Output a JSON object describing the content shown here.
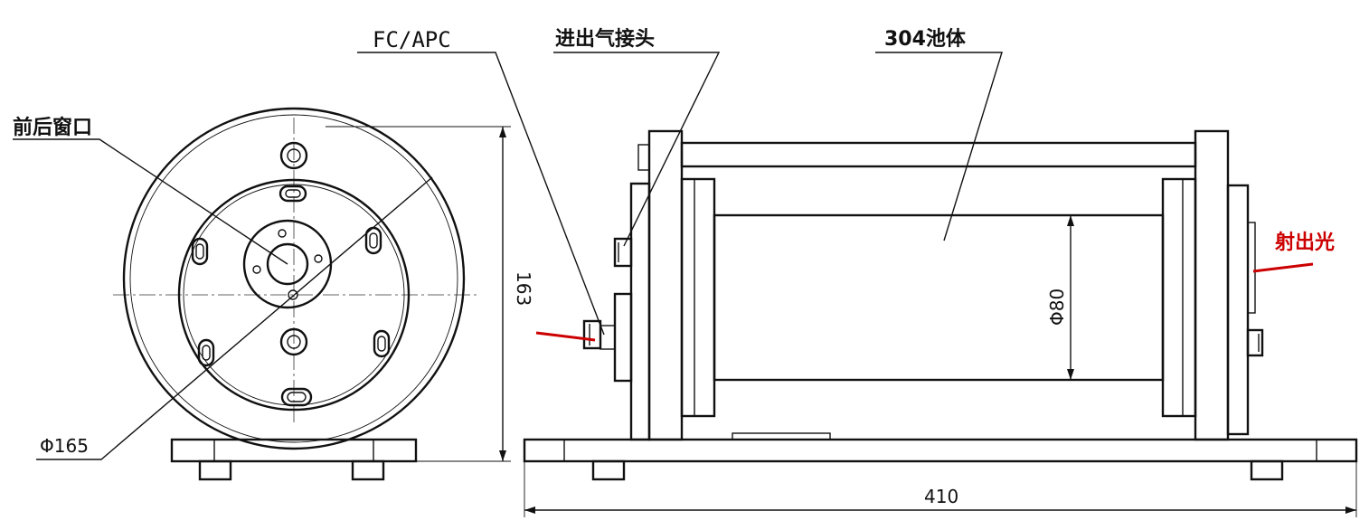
{
  "labels": {
    "fc_apc": "FC/APC",
    "gas_connector": "进出气接头",
    "body_304": "304池体",
    "windows": "前后窗口",
    "output_light": "射出光"
  },
  "dimensions": {
    "diameter_outer": "Φ165",
    "height": "163",
    "diameter_tube": "Φ80",
    "length": "410"
  },
  "colors": {
    "line": "#111111",
    "laser": "#cc0000"
  }
}
